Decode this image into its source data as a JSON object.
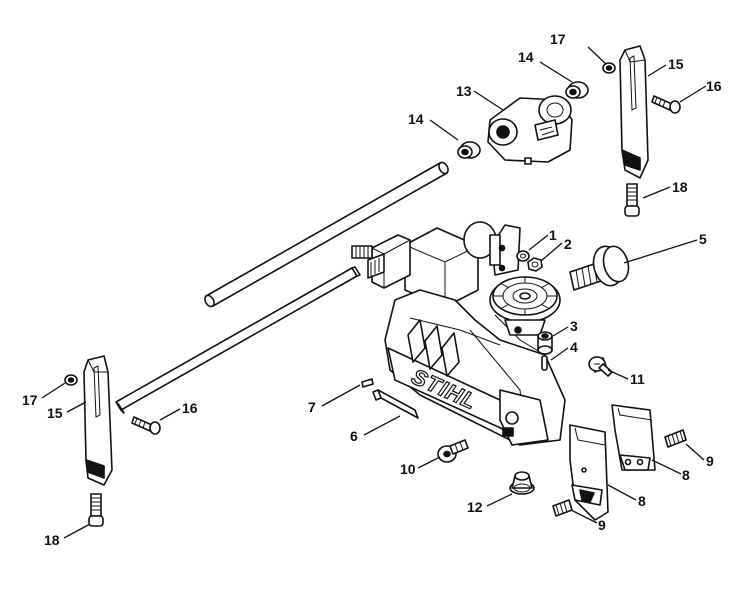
{
  "diagram": {
    "brand_text": "STIHL",
    "callouts": [
      {
        "id": "c17a",
        "text": "17"
      },
      {
        "id": "c14a",
        "text": "14"
      },
      {
        "id": "c15a",
        "text": "15"
      },
      {
        "id": "c16a",
        "text": "16"
      },
      {
        "id": "c13",
        "text": "13"
      },
      {
        "id": "c14b",
        "text": "14"
      },
      {
        "id": "c18a",
        "text": "18"
      },
      {
        "id": "c1",
        "text": "1"
      },
      {
        "id": "c2",
        "text": "2"
      },
      {
        "id": "c5",
        "text": "5"
      },
      {
        "id": "c3",
        "text": "3"
      },
      {
        "id": "c4",
        "text": "4"
      },
      {
        "id": "c11",
        "text": "11"
      },
      {
        "id": "c17b",
        "text": "17"
      },
      {
        "id": "c15b",
        "text": "15"
      },
      {
        "id": "c16b",
        "text": "16"
      },
      {
        "id": "c7",
        "text": "7"
      },
      {
        "id": "c6",
        "text": "6"
      },
      {
        "id": "c10",
        "text": "10"
      },
      {
        "id": "c9a",
        "text": "9"
      },
      {
        "id": "c8a",
        "text": "8"
      },
      {
        "id": "c8b",
        "text": "8"
      },
      {
        "id": "c12",
        "text": "12"
      },
      {
        "id": "c9b",
        "text": "9"
      },
      {
        "id": "c18b",
        "text": "18"
      }
    ]
  }
}
